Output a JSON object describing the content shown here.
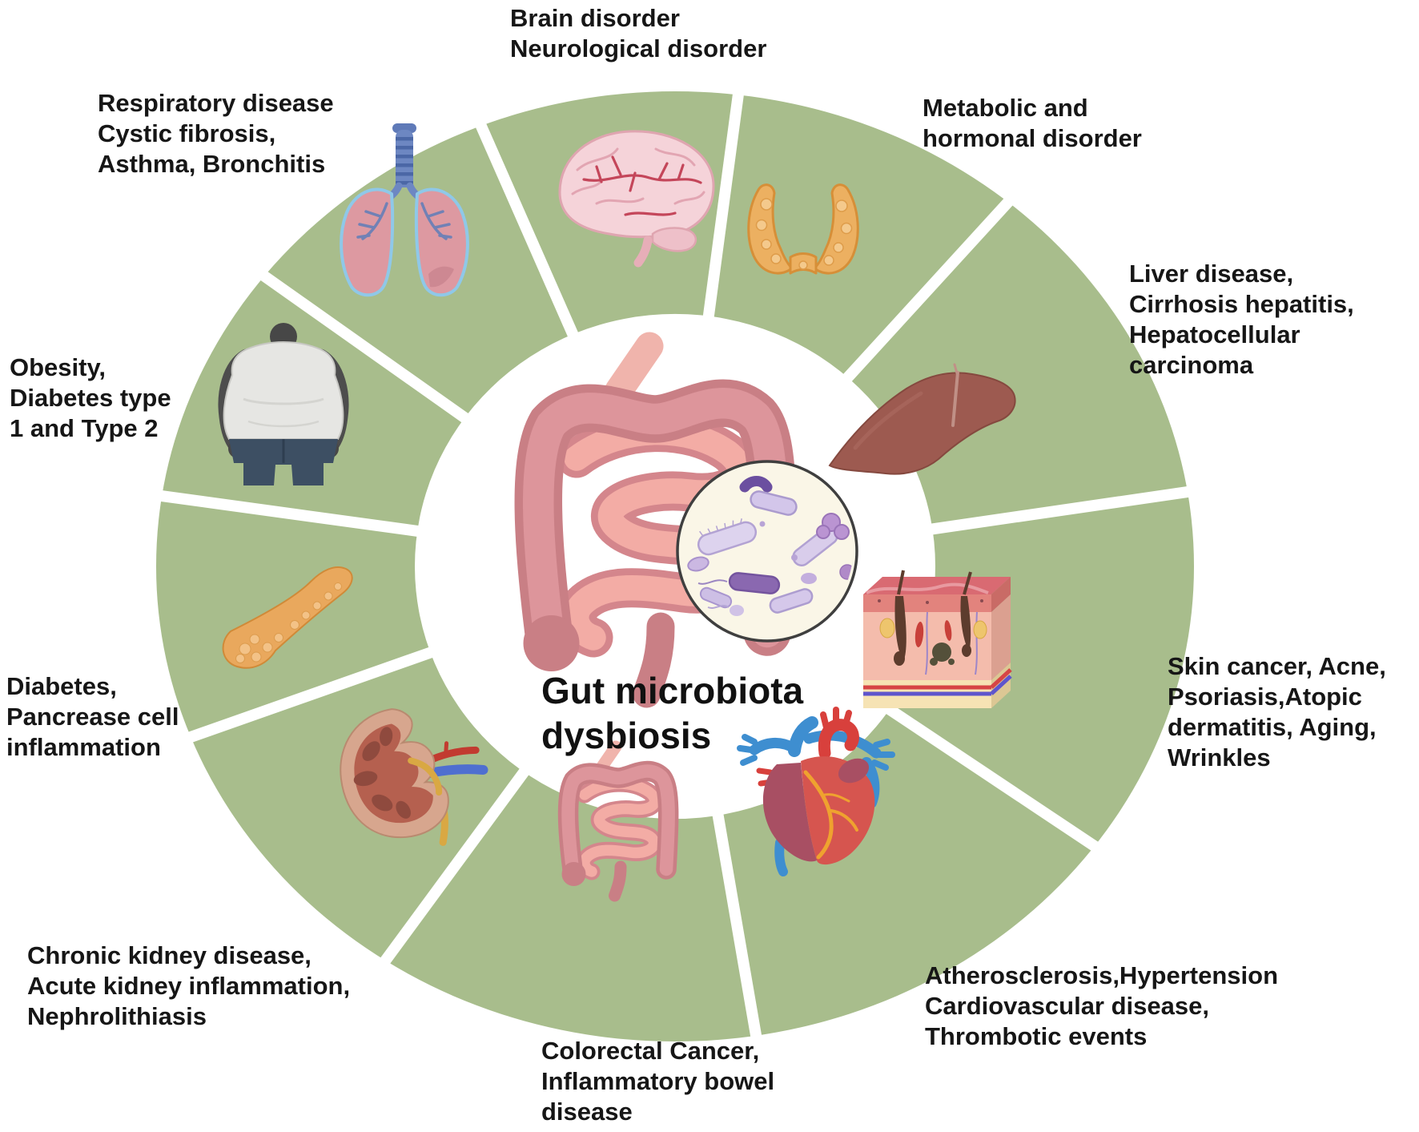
{
  "figure": {
    "center": {
      "title": "Gut microbiota\ndysbiosis",
      "illustration": "intestine-with-magnified-bacteria"
    },
    "colors": {
      "segment_green": "#a8bd8c",
      "label_text": "#161616",
      "magnifier_bg": "#faf6e7",
      "background": "#ffffff"
    },
    "wheel": {
      "segments": [
        {
          "organ": "brain",
          "icon": "brain-icon",
          "label": "Brain disorder\nNeurological disorder"
        },
        {
          "organ": "thyroid",
          "icon": "thyroid-icon",
          "label": "Metabolic and\nhormonal disorder"
        },
        {
          "organ": "liver",
          "icon": "liver-icon",
          "label": "Liver disease,\nCirrhosis hepatitis,\nHepatocellular\ncarcinoma"
        },
        {
          "organ": "skin",
          "icon": "skin-icon",
          "label": "Skin cancer, Acne,\nPsoriasis,Atopic\ndermatitis, Aging,\nWrinkles"
        },
        {
          "organ": "heart",
          "icon": "heart-icon",
          "label": "Atherosclerosis,Hypertension\nCardiovascular disease,\nThrombotic events"
        },
        {
          "organ": "intestine",
          "icon": "intestine-icon",
          "label": "Colorectal Cancer,\nInflammatory bowel\ndisease"
        },
        {
          "organ": "kidney",
          "icon": "kidney-icon",
          "label": "Chronic kidney disease,\nAcute kidney inflammation,\nNephrolithiasis"
        },
        {
          "organ": "pancreas",
          "icon": "pancreas-icon",
          "label": "Diabetes,\nPancrease cell\ninflammation"
        },
        {
          "organ": "obese-body",
          "icon": "obese-body-icon",
          "label": "Obesity,\nDiabetes type\n1 and Type 2"
        },
        {
          "organ": "lungs",
          "icon": "lungs-icon",
          "label": "Respiratory disease\nCystic fibrosis,\nAsthma, Bronchitis"
        }
      ]
    }
  }
}
